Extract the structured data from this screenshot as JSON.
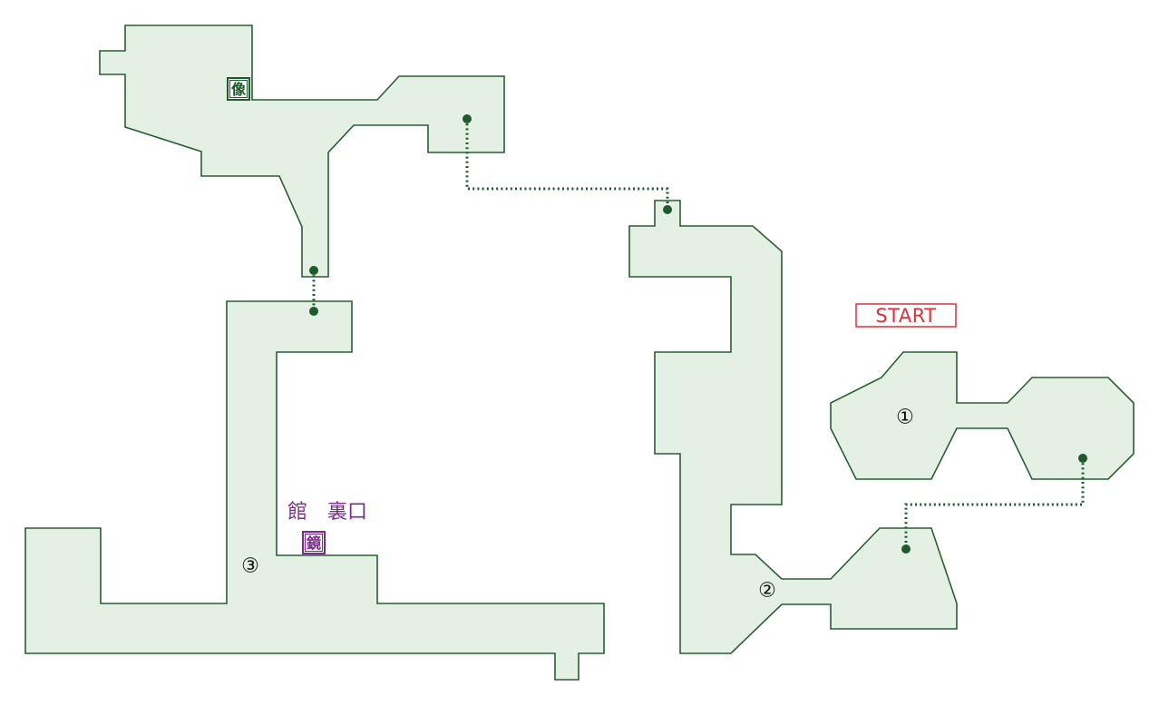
{
  "colors": {
    "region_fill": "#e3f0e3",
    "region_stroke": "#2a5e33",
    "connector": "#1e5a2c",
    "dot": "#1e5a2c",
    "marker_text": "#111111",
    "purple": "#7a2a8a",
    "start_red": "#e0303a",
    "statue_green": "#1e5a2c"
  },
  "start_label": "START",
  "markers": {
    "one": "①",
    "two": "②",
    "three": "③"
  },
  "labels": {
    "mansion_back_entrance": "館　裏口"
  },
  "icons": {
    "statue": {
      "name": "statue-icon",
      "glyph": "像"
    },
    "mirror": {
      "name": "mirror-icon",
      "glyph": "鏡"
    }
  }
}
